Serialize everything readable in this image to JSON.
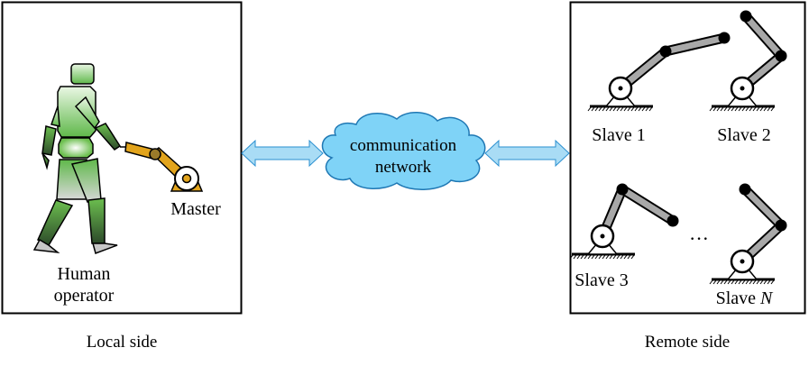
{
  "local": {
    "caption": "Local side",
    "human_label_line1": "Human",
    "human_label_line2": "operator",
    "master_label": "Master"
  },
  "network": {
    "line1": "communication",
    "line2": "network",
    "fill_color": "#7fd3f7"
  },
  "remote": {
    "caption": "Remote side",
    "slaves": [
      {
        "label": "Slave 1"
      },
      {
        "label": "Slave 2"
      },
      {
        "label": "Slave 3"
      },
      {
        "label_prefix": "Slave ",
        "label_var": "N"
      }
    ],
    "ellipsis": "···"
  },
  "colors": {
    "human_green": "#5fb84a",
    "master_orange": "#e2a41c",
    "link_gray": "#a8a8a8",
    "arrow_blue": "#a9dcf5"
  }
}
